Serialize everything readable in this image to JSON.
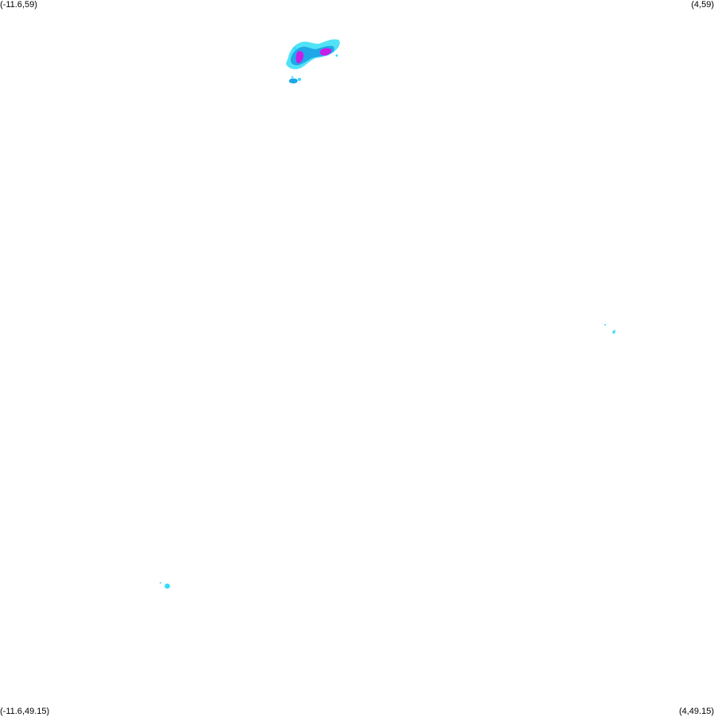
{
  "map": {
    "corners": {
      "top_left": "(-11.6,59)",
      "top_right": "(4,59)",
      "bottom_left": "(-11.6,49.15)",
      "bottom_right": "(4,49.15)"
    },
    "colors": {
      "light": "#33ddf5",
      "medium": "#1fa7e8",
      "heavy": "#c81ee8",
      "background": "#ffffff"
    }
  }
}
